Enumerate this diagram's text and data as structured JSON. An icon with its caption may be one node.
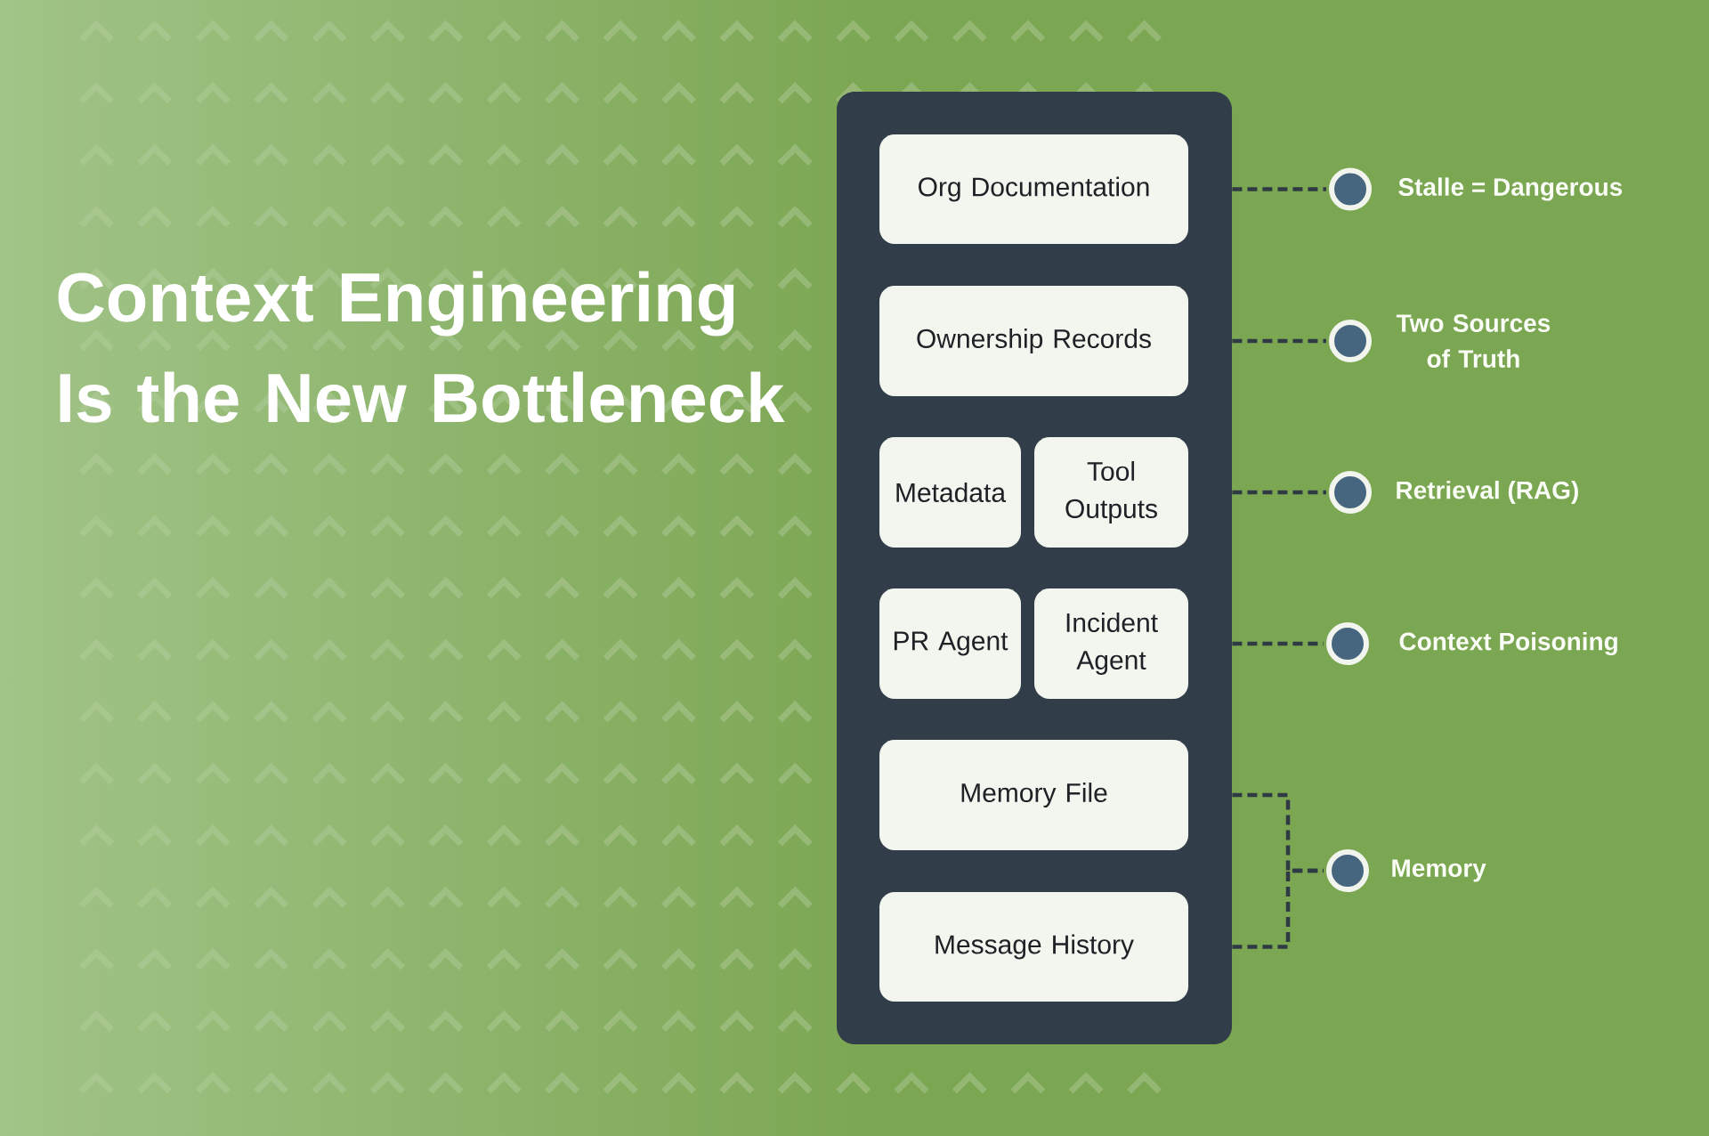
{
  "diagram": {
    "title": "Context Engineering Is the New Bottleneck",
    "nodes": [
      {
        "text": [],
        "shape": "box"
      },
      {
        "text": [
          "Org Documentation"
        ],
        "in": 0
      },
      {
        "text": [
          "Ownership Records"
        ],
        "in": 0
      },
      {
        "text": [
          "Metadata"
        ],
        "in": 0
      },
      {
        "text": [
          "Tool Outputs"
        ],
        "in": 0
      },
      {
        "text": [
          "PR Agent"
        ],
        "in": 0
      },
      {
        "text": [
          "Incident Agent"
        ],
        "in": 0
      },
      {
        "text": [
          "Memory File"
        ],
        "in": 0
      },
      {
        "text": [
          "Message History"
        ],
        "in": 0
      },
      {
        "text": [],
        "shape": "circle",
        "beside": [
          "Stalle = Dangerous"
        ]
      },
      {
        "text": [],
        "shape": "circle",
        "beside": [
          "Two Sources of Truth"
        ]
      },
      {
        "text": [],
        "shape": "circle",
        "beside": [
          "Retrieval (RAG)"
        ]
      },
      {
        "text": [],
        "shape": "circle",
        "beside": [
          "Context Poisoning"
        ]
      },
      {
        "text": [],
        "shape": "circle",
        "beside": [
          "Memory"
        ]
      }
    ],
    "edges": [
      {
        "from": 1,
        "to": 9,
        "arrow": "none",
        "style": "dashed"
      },
      {
        "from": 2,
        "to": 10,
        "arrow": "none",
        "style": "dashed"
      },
      {
        "from": 4,
        "to": 11,
        "arrow": "none",
        "style": "dashed"
      },
      {
        "from": 6,
        "to": 12,
        "arrow": "none",
        "style": "dashed"
      },
      {
        "from": 7,
        "to": 13,
        "arrow": "none",
        "style": "dashed"
      },
      {
        "from": 8,
        "to": 13,
        "arrow": "none",
        "style": "dashed"
      }
    ]
  }
}
